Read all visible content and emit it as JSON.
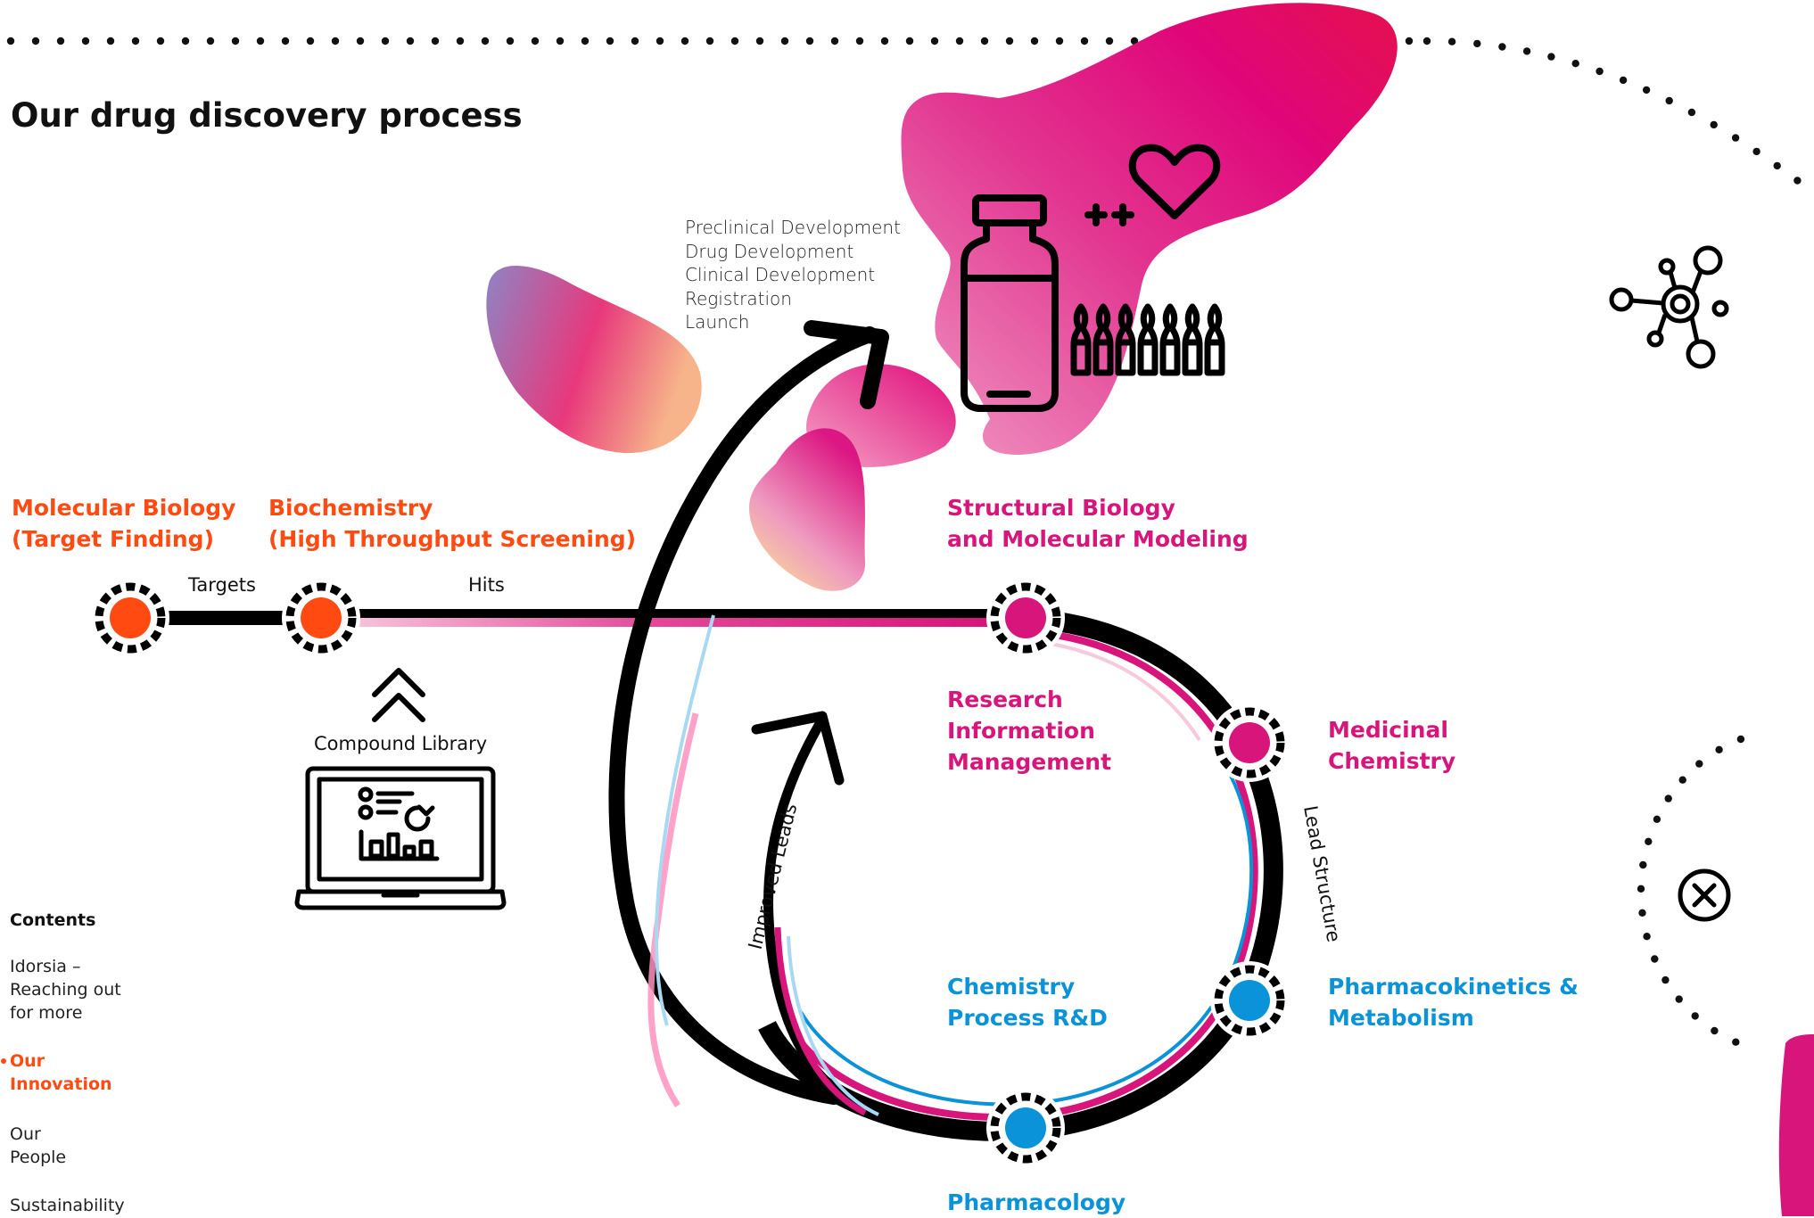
{
  "page": {
    "title": "Our drug discovery process"
  },
  "stages": {
    "molecular_biology": "Molecular Biology\n(Target Finding)",
    "biochemistry": "Biochemistry\n(High Throughput Screening)",
    "structural_biology": "Structural Biology\nand Molecular Modeling",
    "research_info": "Research\nInformation\nManagement",
    "medicinal_chemistry": "Medicinal\nChemistry",
    "chemistry_process": "Chemistry\nProcess R&D",
    "pharmacokinetics": "Pharmacokinetics &\nMetabolism",
    "pharmacology": "Pharmacology"
  },
  "connectors": {
    "targets": "Targets",
    "hits": "Hits",
    "lead_structure": "Lead Structure",
    "improved_leads": "Improved Leads"
  },
  "compound_library": "Compound Library",
  "development_steps": [
    "Preclinical Development",
    "Drug Development",
    "Clinical Development",
    "Registration",
    "Launch"
  ],
  "contents": {
    "heading": "Contents",
    "items": [
      {
        "label": "Idorsia –\nReaching out\nfor more",
        "active": false
      },
      {
        "label": "Our\nInnovation",
        "active": true
      },
      {
        "label": "Our\nPeople",
        "active": false
      },
      {
        "label": "Sustainability",
        "active": false
      }
    ]
  },
  "icons": {
    "network": "molecule-network-icon",
    "close": "close-icon",
    "vial": "vial-icon",
    "heart": "heart-icon",
    "ampoules": "ampoules-icon",
    "laptop": "laptop-icon",
    "chevrons": "double-chevron-up-icon"
  },
  "colors": {
    "orange": "#ff4a12",
    "magenta": "#d7157a",
    "blue": "#0a93d8",
    "black": "#000000"
  }
}
